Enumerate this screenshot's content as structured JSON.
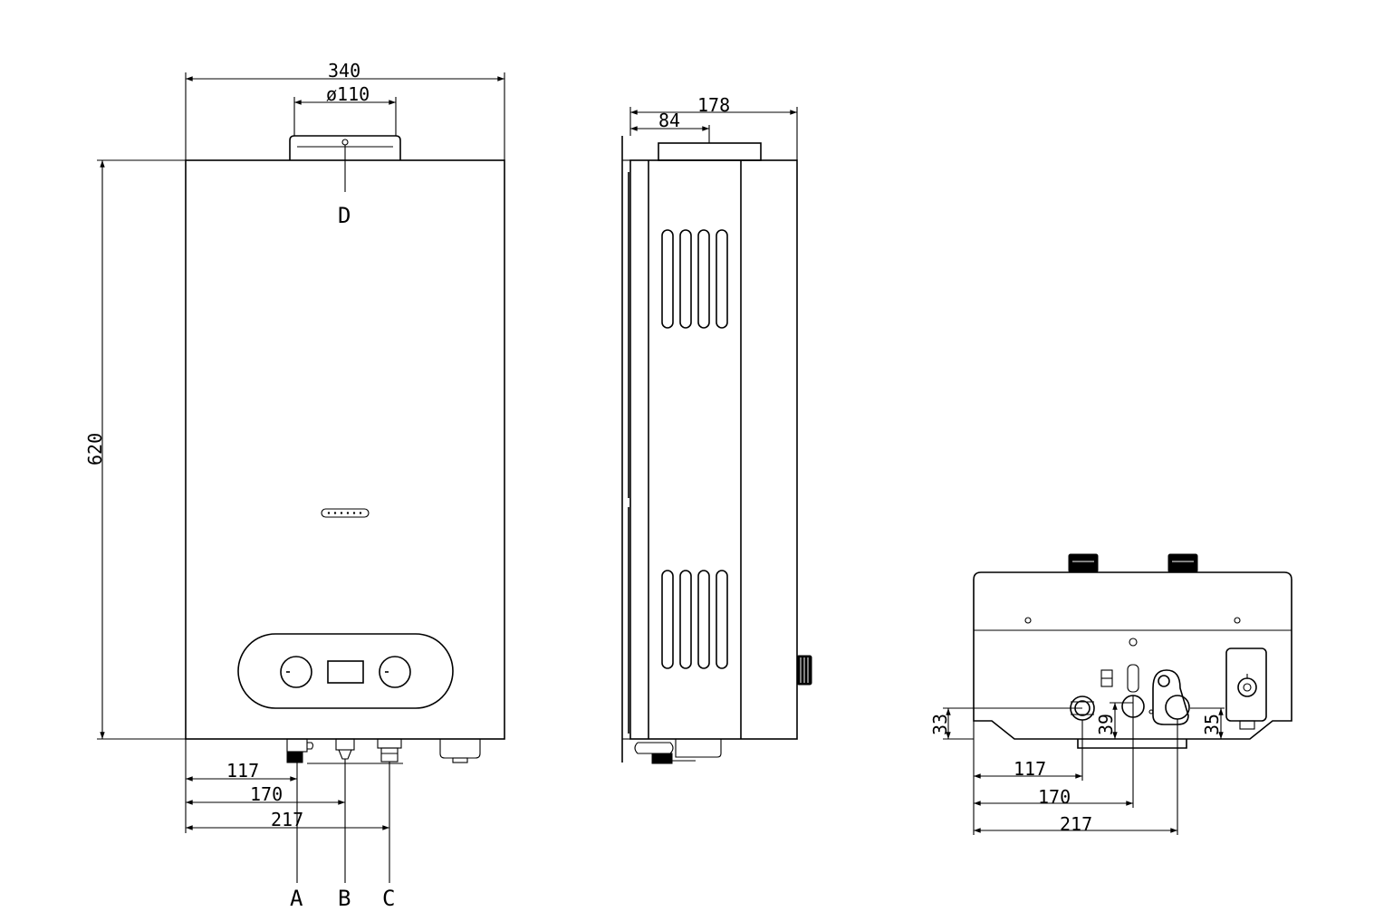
{
  "front_view": {
    "width_label": "340",
    "flue_diameter_label": "ø110",
    "height_label": "620",
    "flue_marker": "D",
    "bottom_dims": [
      "117",
      "170",
      "217"
    ],
    "connection_labels": [
      "A",
      "B",
      "C"
    ]
  },
  "side_view": {
    "depth_label": "178",
    "flue_offset_label": "84"
  },
  "bottom_view": {
    "left_dims": [
      "117",
      "170",
      "217"
    ],
    "height_dims": [
      "33",
      "39",
      "35"
    ]
  }
}
